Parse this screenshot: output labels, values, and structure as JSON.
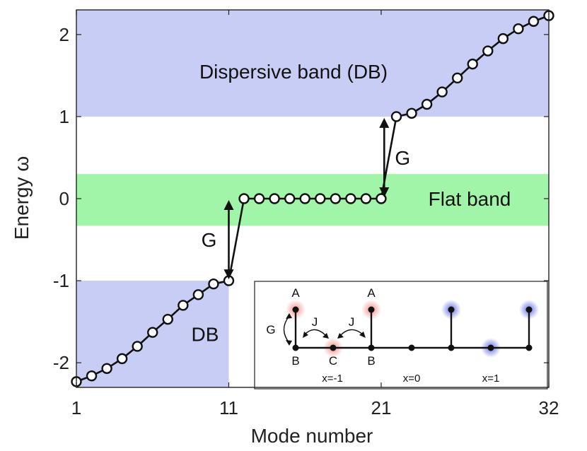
{
  "chart_data": {
    "type": "line",
    "xlabel": "Mode number",
    "ylabel": "Energy ω",
    "xlim": [
      1,
      32
    ],
    "ylim": [
      -2.3,
      2.3
    ],
    "x_ticks": [
      "1",
      "11",
      "21",
      "32"
    ],
    "y_ticks": [
      "2",
      "1",
      "0",
      "-1",
      "-2"
    ],
    "series": [
      {
        "x": [
          1,
          2,
          3,
          4,
          5,
          6,
          7,
          8,
          9,
          10,
          11,
          12,
          13,
          14,
          15,
          16,
          17,
          18,
          19,
          20,
          21,
          22,
          23,
          24,
          25,
          26,
          27,
          28,
          29,
          30,
          31,
          32
        ],
        "y": [
          -2.23,
          -2.16,
          -2.07,
          -1.95,
          -1.8,
          -1.63,
          -1.47,
          -1.3,
          -1.17,
          -1.04,
          -1.0,
          0.0,
          0.0,
          0.0,
          0.0,
          0.0,
          0.0,
          0.0,
          0.0,
          0.0,
          0.0,
          1.0,
          1.04,
          1.15,
          1.3,
          1.47,
          1.64,
          1.8,
          1.95,
          2.07,
          2.16,
          2.23
        ]
      }
    ],
    "bands": [
      {
        "label": "Dispersive band (DB)",
        "ymin": 1.0,
        "ymax": 2.3,
        "color": "#c8cdf5"
      },
      {
        "label": "Flat band",
        "ymin": -0.33,
        "ymax": 0.3,
        "color": "#a0f5a8"
      },
      {
        "label": "DB",
        "ymin": -2.3,
        "ymax": -1.0,
        "color": "#c8cdf5"
      }
    ],
    "annotations": [
      {
        "label": "G",
        "x": 11,
        "y_from": -1.0,
        "y_to": 0.0
      },
      {
        "label": "G",
        "x": 21.2,
        "y_from": 0.0,
        "y_to": 1.0
      }
    ],
    "inset": {
      "site_labels": {
        "A": "A",
        "B": "B",
        "C": "C",
        "G": "G",
        "J": "J"
      },
      "cell_labels": [
        "x=-1",
        "x=0",
        "x=1"
      ],
      "colors": {
        "red": "#f08a88",
        "blue": "#5a66e0"
      }
    }
  }
}
